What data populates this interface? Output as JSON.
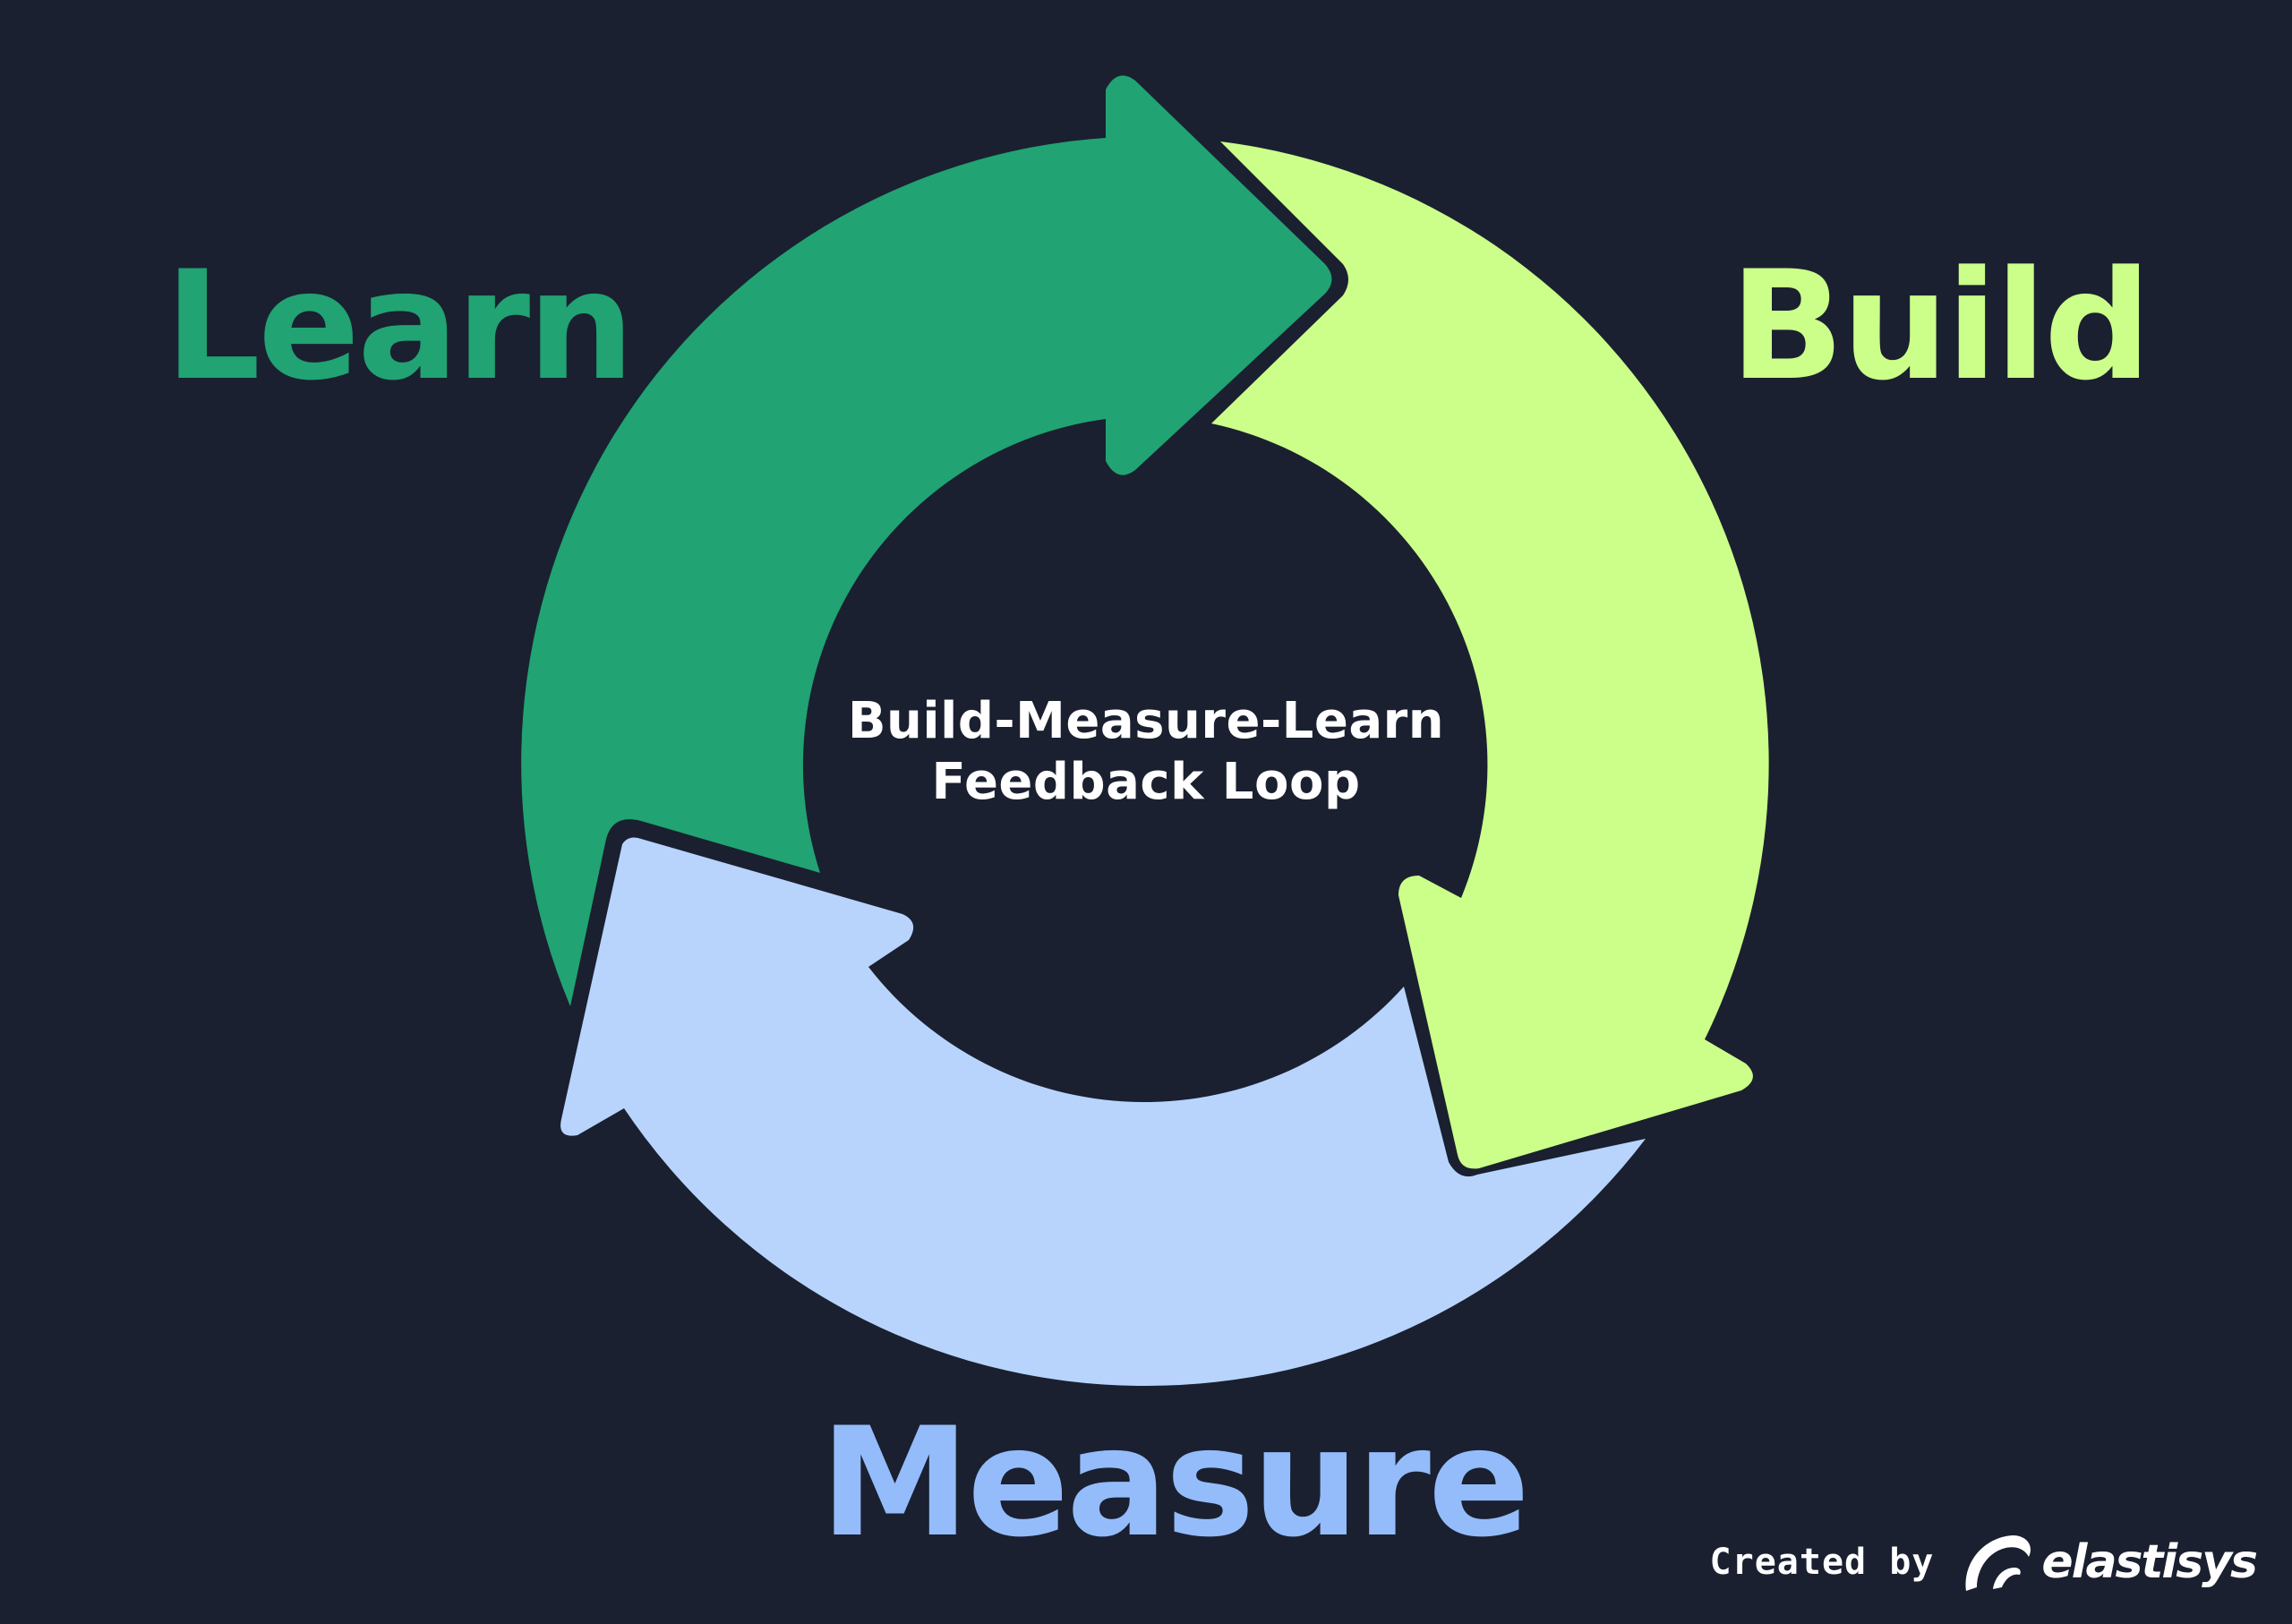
{
  "labels": {
    "learn": "Learn",
    "build": "Build",
    "measure": "Measure"
  },
  "center": {
    "line1": "Build-Measure-Learn",
    "line2": "Feedback Loop"
  },
  "credit": {
    "text": "Created by",
    "logo_name": "elastisys",
    "logo_icon": "elastisys-swirl-icon"
  },
  "colors": {
    "background": "#1a2030",
    "learn": "#21a373",
    "build": "#ccff8a",
    "measure": "#b8d4fd",
    "measure_label": "#94bcfb",
    "center_text": "#ffffff"
  }
}
